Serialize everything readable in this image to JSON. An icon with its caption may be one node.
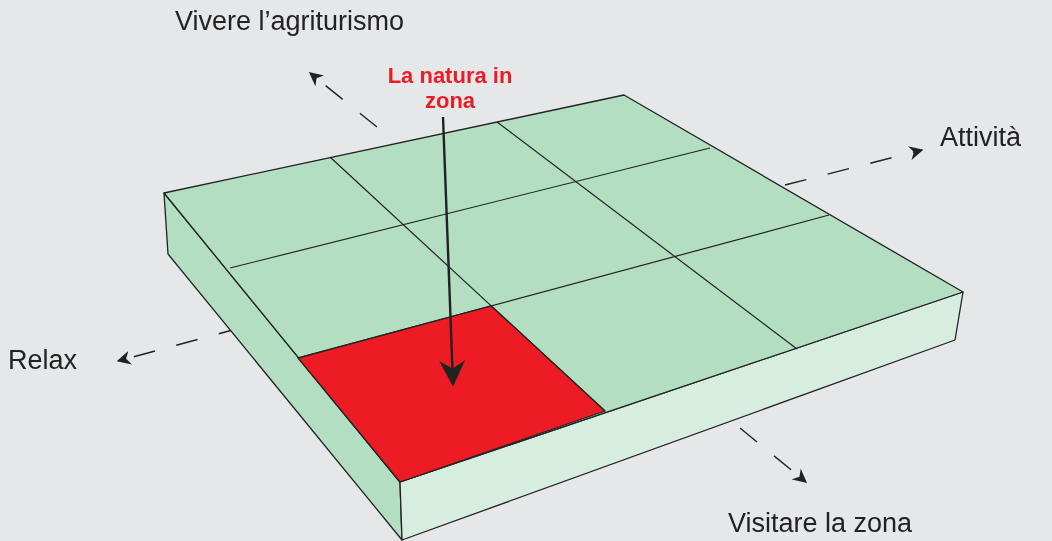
{
  "diagram": {
    "nodes": [
      {
        "text": [
          "La natura in zona"
        ]
      },
      {
        "text": [],
        "shape": "box"
      }
    ],
    "edges": [
      {
        "from": 0,
        "to": 1,
        "arrow": "to"
      }
    ],
    "labels": [
      "Vivere l’agriturismo",
      "Attività",
      "Relax",
      "Visitare la zona"
    ]
  }
}
